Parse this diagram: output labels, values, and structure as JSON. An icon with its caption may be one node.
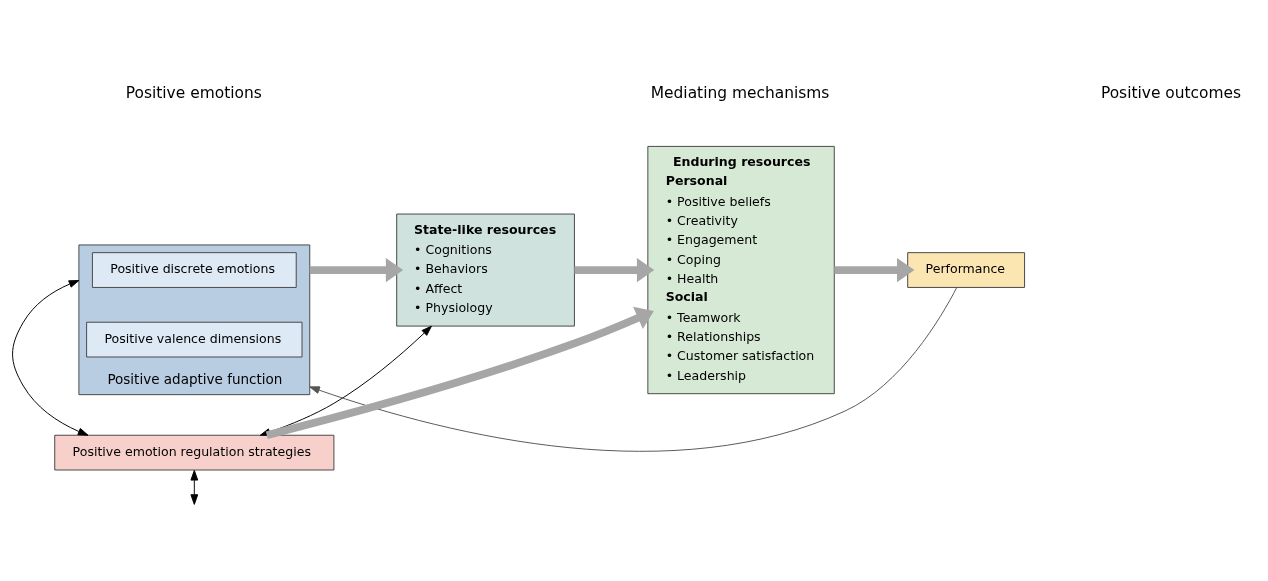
{
  "diagram": {
    "nodes": [
      {
        "text": [
          "Positive adaptive function"
        ]
      },
      {
        "text": [
          "Positive discrete emotions"
        ],
        "in": 0
      },
      {
        "text": [
          "Positive valence dimensions"
        ],
        "in": 0
      },
      {
        "text": [
          "State-like resources",
          "• Cognitions",
          "• Behaviors",
          "• Affect",
          "• Physiology"
        ]
      },
      {
        "text": [
          "Enduring resources",
          "Personal",
          "• Positive beliefs",
          "• Creativity",
          "• Engagement",
          "• Coping",
          "• Health",
          "Social",
          "• Teamwork",
          "• Relationships",
          "• Customer satisfaction",
          "• Leadership"
        ]
      },
      {
        "text": [
          "Performance"
        ]
      },
      {
        "text": [
          "Positive emotion regulation strategies"
        ]
      }
    ],
    "edges": [
      {
        "from": 0,
        "to": 3,
        "arrow": "to",
        "style": "thick",
        "color": "#a6a6a6"
      },
      {
        "from": 3,
        "to": 4,
        "arrow": "to",
        "style": "thick",
        "color": "#a6a6a6"
      },
      {
        "from": 4,
        "to": 5,
        "arrow": "to",
        "style": "thick",
        "color": "#a6a6a6"
      },
      {
        "from": 6,
        "to": 4,
        "arrow": "to",
        "style": "thick",
        "color": "#a6a6a6"
      },
      {
        "from": 0,
        "to": 6,
        "arrow": "both",
        "color": "#000000"
      },
      {
        "from": null,
        "to": 6,
        "arrow": "both",
        "color": "#000000"
      },
      {
        "from": 3,
        "to": 6,
        "arrow": "both",
        "color": "#000000"
      },
      {
        "from": 5,
        "to": 0,
        "arrow": "to",
        "color": "#555555"
      }
    ],
    "labels": [
      "Positive emotions",
      "Mediating mechanisms",
      "Positive outcomes"
    ]
  }
}
